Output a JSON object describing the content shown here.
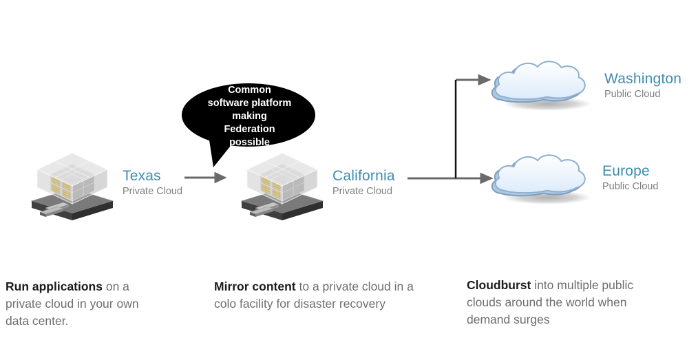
{
  "diagram": {
    "bubble": {
      "text": "Common\nsoftware platform\nmaking\nFederation\npossible"
    },
    "nodes": {
      "texas": {
        "name": "Texas",
        "type": "Private Cloud",
        "icon": "isometric-server-cube-icon"
      },
      "california": {
        "name": "California",
        "type": "Private Cloud",
        "icon": "isometric-server-cube-icon"
      },
      "washington": {
        "name": "Washington",
        "type": "Public Cloud",
        "icon": "cloud-3d-icon"
      },
      "europe": {
        "name": "Europe",
        "type": "Public Cloud",
        "icon": "cloud-3d-icon"
      }
    },
    "captions": {
      "run": {
        "lead": "Run applications",
        "rest": " on a private cloud in your own data center."
      },
      "mirror": {
        "lead": "Mirror content",
        "rest": " to a private cloud in a colo facility for disaster recovery"
      },
      "cloudburst": {
        "lead": "Cloudburst",
        "rest": " into multiple public clouds around the world when demand surges"
      }
    },
    "colors": {
      "accent_label": "#3E8CAF",
      "muted_label": "#7E7E7E",
      "caption_lead": "#1C1C1C",
      "caption_text": "#6E6E6E",
      "arrow": "#6A6A6A",
      "connector": "#141414",
      "bubble_fill": "#000000",
      "bubble_text": "#FFFFFF",
      "db_stack_yellow": "#ECCA43"
    }
  }
}
